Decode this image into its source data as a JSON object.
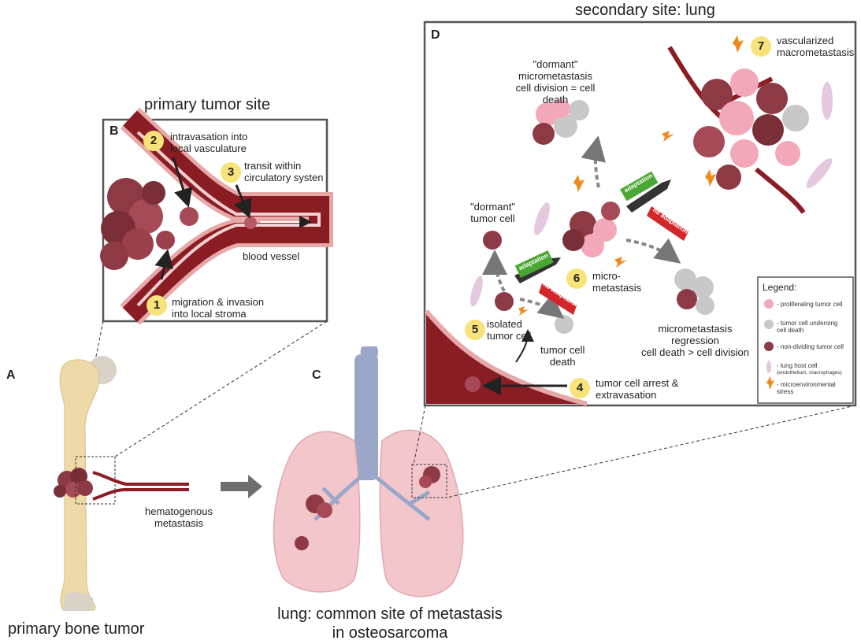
{
  "panels": {
    "A": "A",
    "B": "B",
    "C": "C",
    "D": "D"
  },
  "headings": {
    "primary_site": "primary tumor site",
    "secondary_site": "secondary site: lung",
    "bone": "primary bone tumor",
    "lung_line1": "lung: common site of metastasis",
    "lung_line2": "in osteosarcoma"
  },
  "panelB": {
    "step1": {
      "num": "1",
      "line1": "migration & invasion",
      "line2": "into local stroma"
    },
    "step2": {
      "num": "2",
      "line1": "intravasation into",
      "line2": "local vasculature"
    },
    "step3": {
      "num": "3",
      "line1": "transit within",
      "line2": "circulatory systen"
    },
    "blood_vessel": "blood vessel"
  },
  "hematogenous": {
    "line1": "hematogenous",
    "line2": "metastasis"
  },
  "panelD": {
    "dormant_micro": {
      "line1": "\"dormant\"",
      "line2": "micrometastasis",
      "line3": "cell division = cell death"
    },
    "dormant_cell": {
      "line1": "\"dormant\"",
      "line2": "tumor cell"
    },
    "step4": {
      "num": "4",
      "line1": "tumor cell arrest &",
      "line2": "extravasation"
    },
    "step5": {
      "num": "5",
      "line1": "isolated",
      "line2": "tumor cell"
    },
    "step6": {
      "num": "6",
      "line1": "micro-",
      "line2": "metastasis"
    },
    "step7": {
      "num": "7",
      "line1": "vascularized",
      "line2": "macrometastasis"
    },
    "cell_death": {
      "line1": "tumor cell",
      "line2": "death"
    },
    "regression": {
      "line1": "micrometastasis",
      "line2": "regression",
      "line3": "cell death > cell division"
    },
    "adaptation": "adaptation",
    "no_adaptation": "no adaptation"
  },
  "legend": {
    "title": "Legend:",
    "items": [
      {
        "line1": "- proliferating tumor cell",
        "line2": ""
      },
      {
        "line1": "- tumor cell underoing",
        "line2": "cell death"
      },
      {
        "line1": "- non-dividing tumor cell",
        "line2": ""
      },
      {
        "line1": "- lung host cell",
        "line2": "(endothelium, macrophages)"
      },
      {
        "line1": "- microenvironmental",
        "line2": "stress"
      }
    ]
  },
  "colors": {
    "proliferating": "#f2a8b8",
    "dying": "#c8c8c8",
    "nondividing": "#8e3a45",
    "vessel": "#8a1c24",
    "vessel_wall": "#e7a8a8",
    "bone": "#eed9a8",
    "lung": "#f3c6cc",
    "trachea": "#9aa7c8",
    "adaptation": "#4aa832",
    "no_adaptation": "#d3262a",
    "badge": "#f7e37a",
    "stress": "#f08a1c"
  }
}
